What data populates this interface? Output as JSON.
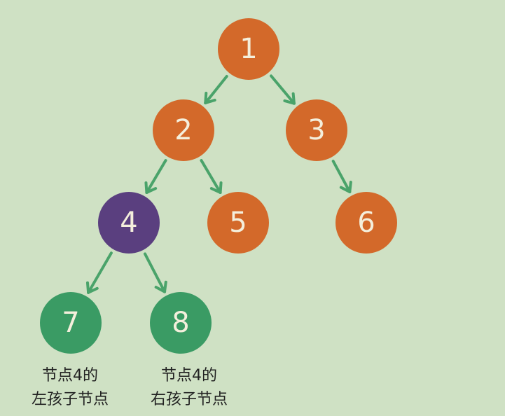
{
  "colors": {
    "background": "#cfe1c4",
    "orange": "#d3692a",
    "purple": "#5a3f7f",
    "green": "#3a9b64",
    "arrow": "#4aa36a",
    "label": "#f4efdc"
  },
  "nodes": [
    {
      "id": "1",
      "label": "1",
      "color": "orange"
    },
    {
      "id": "2",
      "label": "2",
      "color": "orange"
    },
    {
      "id": "3",
      "label": "3",
      "color": "orange"
    },
    {
      "id": "4",
      "label": "4",
      "color": "purple"
    },
    {
      "id": "5",
      "label": "5",
      "color": "orange"
    },
    {
      "id": "6",
      "label": "6",
      "color": "orange"
    },
    {
      "id": "7",
      "label": "7",
      "color": "green"
    },
    {
      "id": "8",
      "label": "8",
      "color": "green"
    }
  ],
  "edges": [
    {
      "from": "1",
      "to": "2"
    },
    {
      "from": "1",
      "to": "3"
    },
    {
      "from": "2",
      "to": "4"
    },
    {
      "from": "2",
      "to": "5"
    },
    {
      "from": "3",
      "to": "6"
    },
    {
      "from": "4",
      "to": "7"
    },
    {
      "from": "4",
      "to": "8"
    }
  ],
  "captions": {
    "left_child": {
      "line1": "节点4的",
      "line2": "左孩子节点"
    },
    "right_child": {
      "line1": "节点4的",
      "line2": "右孩子节点"
    }
  }
}
